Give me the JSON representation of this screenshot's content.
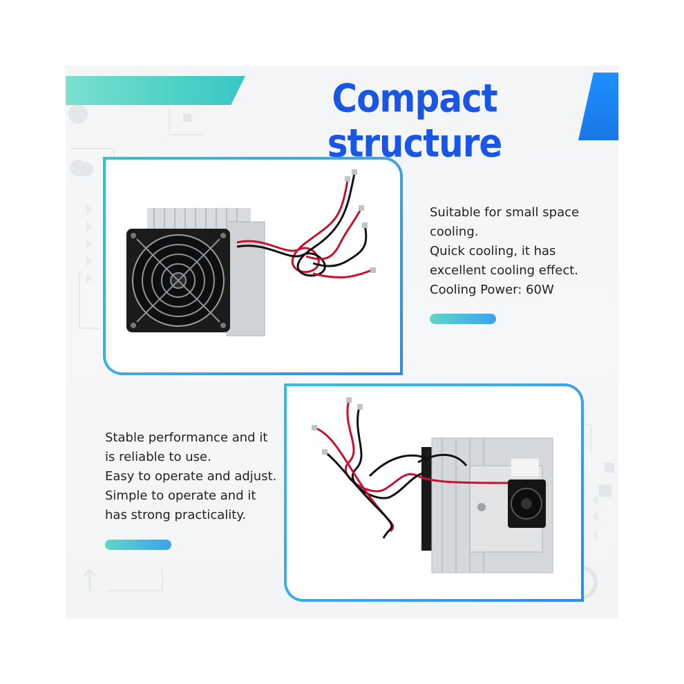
{
  "title": "Compact structure",
  "section1": {
    "lines": [
      "Suitable for small space",
      "cooling.",
      "Quick cooling, it has",
      "excellent cooling effect.",
      "Cooling Power: 60W"
    ]
  },
  "section2": {
    "lines": [
      "Stable performance and it",
      "is reliable to use.",
      "Easy to operate and adjust.",
      "Simple to operate and it",
      "has strong practicality."
    ]
  },
  "colors": {
    "title": "#1a56e6",
    "accent_teal": "#4fd1c5",
    "accent_blue": "#1e90ff"
  },
  "icons": [
    "gear-icon",
    "fan-icon",
    "heatsink-icon",
    "wire-icon"
  ]
}
